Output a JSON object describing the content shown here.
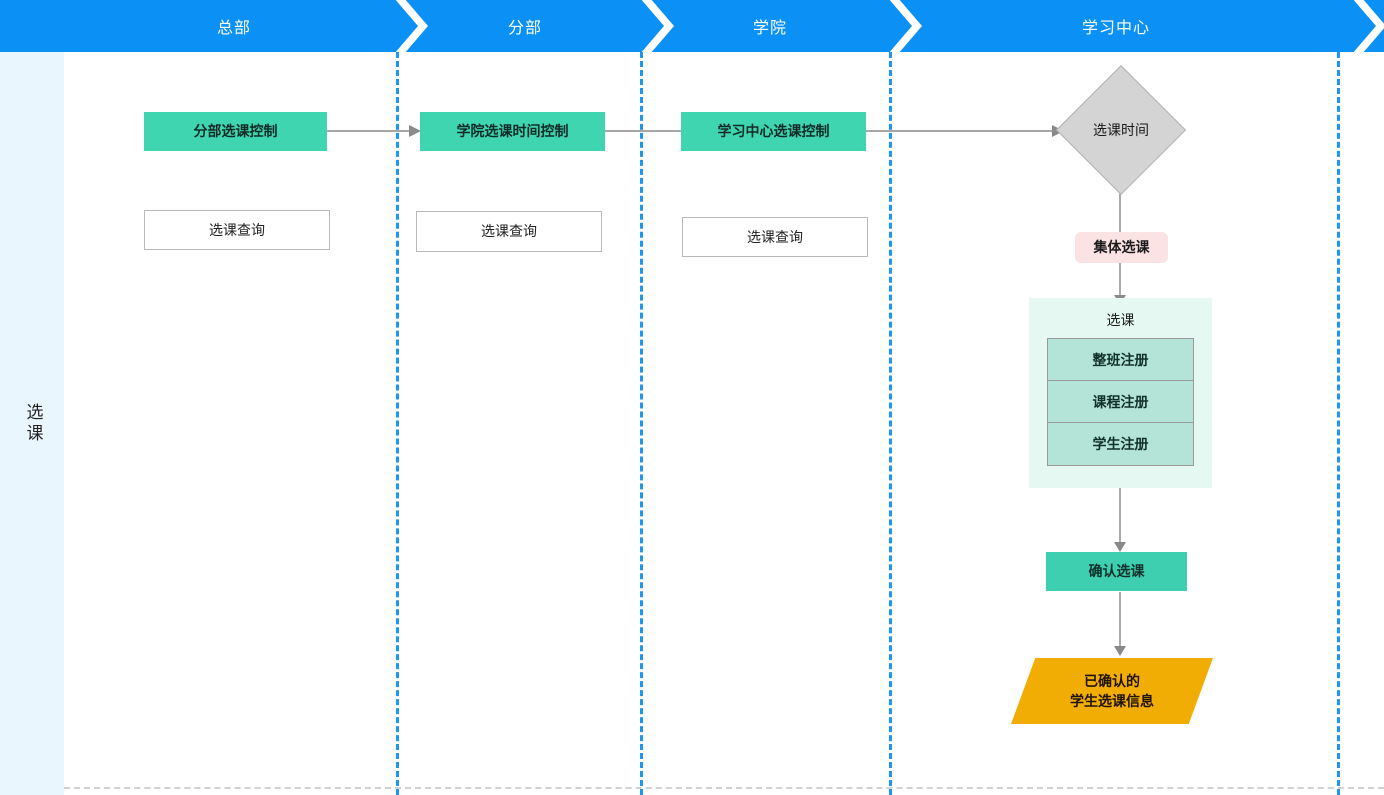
{
  "diagram": {
    "title_lane_row": "swimlane-header",
    "sidebar": {
      "label": "选课"
    },
    "lanes": [
      {
        "id": "hq",
        "label": "总部"
      },
      {
        "id": "branch",
        "label": "分部"
      },
      {
        "id": "college",
        "label": "学院"
      },
      {
        "id": "center",
        "label": "学习中心"
      }
    ],
    "nodes": {
      "branch_ctrl": {
        "label": "分部选课控制"
      },
      "college_ctrl": {
        "label": "学院选课时间控制"
      },
      "center_ctrl": {
        "label": "学习中心选课控制"
      },
      "query_hq": {
        "label": "选课查询"
      },
      "query_branch": {
        "label": "选课查询"
      },
      "query_college": {
        "label": "选课查询"
      },
      "decision_time": {
        "label": "选课时间"
      },
      "group_select": {
        "label": "集体选课"
      },
      "group_box": {
        "label": "选课"
      },
      "reg_class": {
        "label": "整班注册"
      },
      "reg_course": {
        "label": "课程注册"
      },
      "reg_student": {
        "label": "学生注册"
      },
      "confirm": {
        "label": "确认选课"
      },
      "output_line1": {
        "label": "已确认的"
      },
      "output_line2": {
        "label": "学生选课信息"
      }
    },
    "colors": {
      "header_blue": "#0b91f5",
      "lane_divider": "#1f96f0",
      "sidebar_bg": "#eaf6fd",
      "node_green": "#3fd5b0",
      "node_pink": "#fbe3e3",
      "group_bg": "#e6f8f2",
      "group_item": "#b4e3d7",
      "diamond_gray": "#d4d4d4",
      "output_orange": "#f2ad04",
      "connector_gray": "#8a8a8a"
    }
  }
}
